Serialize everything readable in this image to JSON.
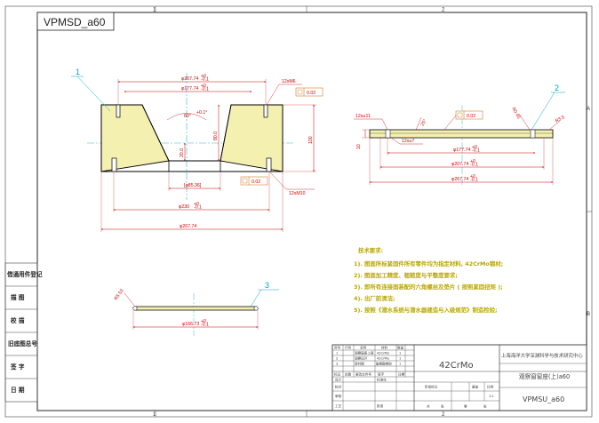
{
  "drawing_title": "VPMSD_a60",
  "border": {
    "top_zones": [
      "1",
      "2"
    ],
    "bottom_zones": [
      "1",
      "2"
    ],
    "right_zones": [
      "A",
      "B"
    ]
  },
  "views": {
    "part1": {
      "balloon": "1",
      "dims": {
        "d_outer_top": "φ207.74",
        "d_outer_top_tol": "+0\n-0.1",
        "d_inner_top": "φ177.74",
        "d_inner_top_tol": "+0\n-0.1",
        "thread_top": "12xM6",
        "flat_top": "0.02",
        "angle": "60°",
        "angle_tol": "+0.1°",
        "height_inner": "80.0",
        "height_outer": "100",
        "bottom_gap": "20.0",
        "d_bore": "[φ85.36]",
        "flat_bottom": "0.02",
        "thread_bottom": "12xM10",
        "d_230": "φ230",
        "d_230_tol": "+0\n-0.1",
        "d_267": "φ267.74"
      }
    },
    "part2": {
      "balloon": "2",
      "dims": {
        "holes_top": "12x⌀11",
        "angle": "25°",
        "flat": "0.02",
        "r045": "R0.45",
        "r35": "R3.5",
        "holes_bottom": "12x⌀7",
        "thickness": "10",
        "d1": "φ177.74",
        "d1_tol": "+0\n-0.1",
        "d2": "φ207.74",
        "d2_tol": "+0\n-0.1",
        "d3": "φ267.74",
        "d3_tol": "+0\n-0.1"
      }
    },
    "part3": {
      "balloon": "3",
      "dims": {
        "r": "R5.53",
        "d": "φ166.73",
        "d_tol": "+0\n-0.1"
      }
    }
  },
  "notes": {
    "heading": "技术要求:",
    "items": [
      "1). 图面所标紧固件所有零件均为指定材料, 42CrMo钢材;",
      "2). 图面加工精度、粗糙度与平整度要求;",
      "3). 即所有连接面装配的六角螺丝及垫片 ( 按照紧固扭矩 );",
      "4). 出厂前清洁;",
      "5). 按照《潜水系统与潜水器建造与入级规范》制造检验;"
    ]
  },
  "side_labels": [
    "借通用件登记",
    "描 图",
    "校 描",
    "旧底图总号",
    "签 字",
    "日 期"
  ],
  "bom": {
    "headers": [
      "序号",
      "代号",
      "名称",
      "材料",
      "数量"
    ],
    "rows": [
      [
        "1",
        "",
        "观察窗座上座",
        "42CrMo",
        "1"
      ],
      [
        "2",
        "",
        "观察压环",
        "42CrMo",
        "1"
      ],
      [
        "3",
        "",
        "密封圈",
        "聚氨酯橡胶",
        "1"
      ]
    ],
    "labels_row": [
      "标记",
      "处数",
      "更改文件号",
      "签字",
      "日期"
    ],
    "sign_rows": [
      "设计",
      "标准化",
      "校对",
      "审核",
      "工艺",
      "批准"
    ],
    "material": "42CrMo",
    "institute": "上海海洋大学深渊科学与技术研究中心",
    "part_name": "观察窗窗座(上)a60",
    "drawing_no": "VPMSU_a60",
    "stage_label": "阶段标记",
    "weight_label": "重量",
    "ratio_label": "比例",
    "ratio": "1:1",
    "sheet": "共",
    "sheet2": "张",
    "sheet3": "第",
    "sheet4": "张"
  },
  "colors": {
    "outline": "#000000",
    "dimension": "#cc0000",
    "centerline": "#00a8c8",
    "hatch_fill": "#f4f0b0",
    "note_text": "#b8a800",
    "frame": "#333333"
  }
}
